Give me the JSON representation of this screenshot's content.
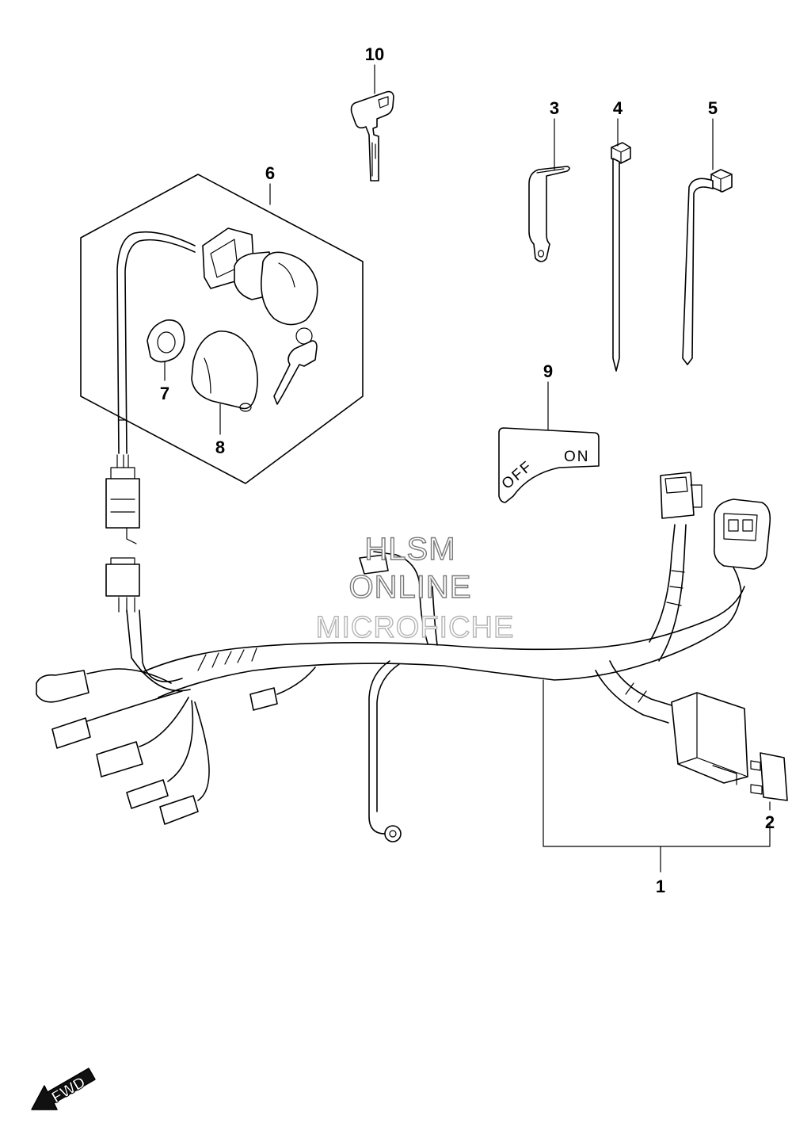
{
  "callouts": {
    "c1": "1",
    "c2": "2",
    "c3": "3",
    "c4": "4",
    "c5": "5",
    "c6": "6",
    "c7": "7",
    "c8": "8",
    "c9": "9",
    "c10": "10"
  },
  "switch_plate": {
    "off_label": "OFF",
    "on_label": "ON"
  },
  "watermark": {
    "line1": "HLSM",
    "line2": "ONLINE",
    "line3": "MICROFICHE"
  },
  "direction_arrow": {
    "label": "FWD"
  }
}
